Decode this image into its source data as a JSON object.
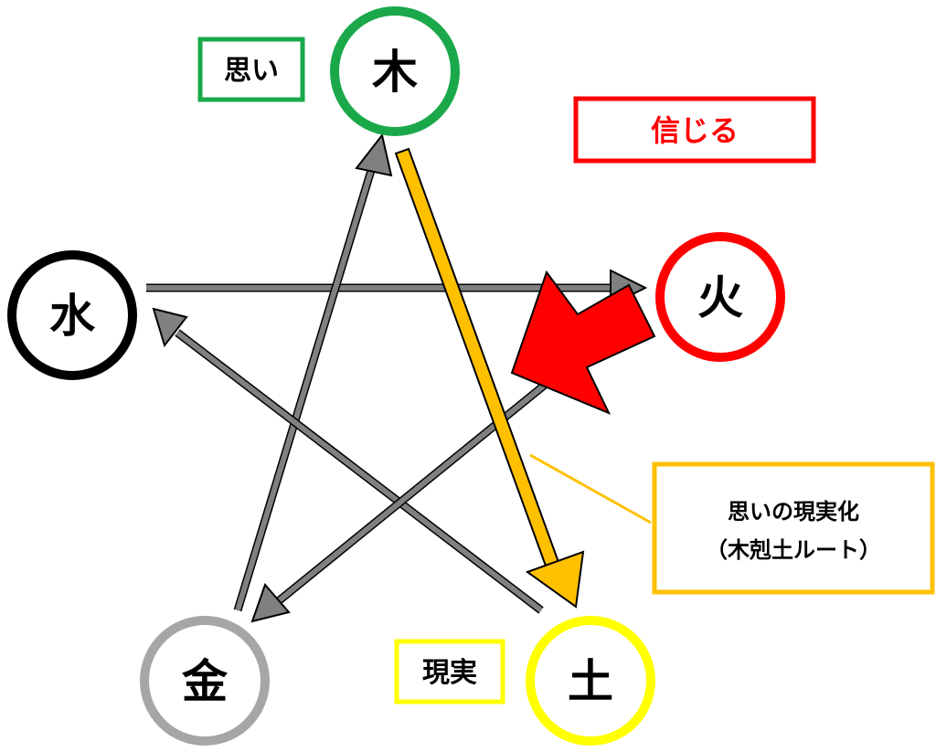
{
  "nodes": {
    "wood": {
      "label": "木",
      "color": "#1aa84a"
    },
    "fire": {
      "label": "火",
      "color": "#ff0000"
    },
    "earth": {
      "label": "土",
      "color": "#ffff00"
    },
    "metal": {
      "label": "金",
      "color": "#a6a6a6"
    },
    "water": {
      "label": "水",
      "color": "#000000"
    }
  },
  "tags": {
    "thought": {
      "label": "思い",
      "color": "#1aa84a"
    },
    "believe": {
      "label": "信じる",
      "color": "#ff0000"
    },
    "reality": {
      "label": "現実",
      "color": "#ffff00"
    },
    "route": {
      "line1": "思いの現実化",
      "line2": "（木剋土ルート）",
      "color": "#ffc000"
    }
  },
  "arrow_colors": {
    "cycle": "#808080",
    "route": "#ffc000",
    "big": "#ff0000"
  }
}
